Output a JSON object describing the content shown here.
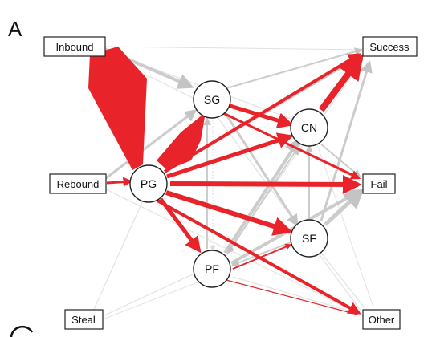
{
  "panel_label": "A",
  "nodes": [
    {
      "id": "inbound",
      "label": "Inbound",
      "shape": "box"
    },
    {
      "id": "rebound",
      "label": "Rebound",
      "shape": "box"
    },
    {
      "id": "steal",
      "label": "Steal",
      "shape": "box"
    },
    {
      "id": "success",
      "label": "Success",
      "shape": "box"
    },
    {
      "id": "fail",
      "label": "Fail",
      "shape": "box"
    },
    {
      "id": "other",
      "label": "Other",
      "shape": "box"
    },
    {
      "id": "pg",
      "label": "PG",
      "shape": "circle"
    },
    {
      "id": "sg",
      "label": "SG",
      "shape": "circle"
    },
    {
      "id": "cn",
      "label": "CN",
      "shape": "circle"
    },
    {
      "id": "sf",
      "label": "SF",
      "shape": "circle"
    },
    {
      "id": "pf",
      "label": "PF",
      "shape": "circle"
    }
  ],
  "colors": {
    "highlight": "#e8242a",
    "muted": "#cccccc",
    "faint": "#e2e2e2"
  }
}
